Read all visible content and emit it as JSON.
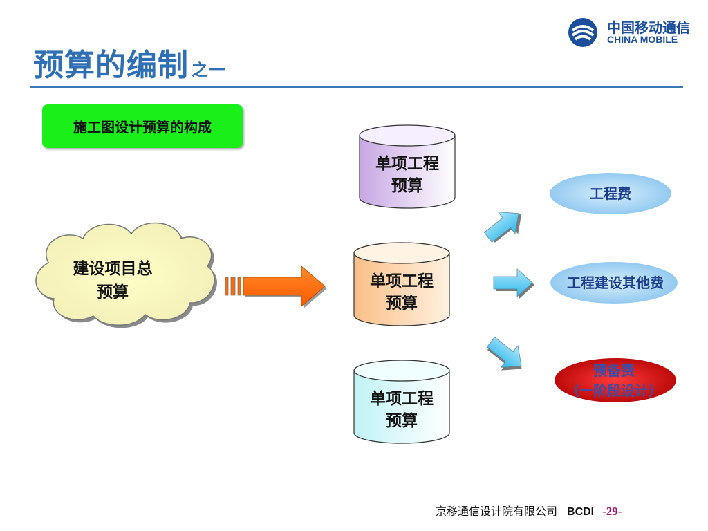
{
  "header": {
    "title": "预算的编制",
    "subtitle": "之一",
    "logo_cn": "中国移动通信",
    "logo_en": "CHINA MOBILE"
  },
  "label_box": "施工图设计预算的构成",
  "source_cloud": {
    "line1": "建设项目总",
    "line2": "预算"
  },
  "cylinders": [
    {
      "line1": "单项工程",
      "line2": "预算",
      "color": "#cdb4e6"
    },
    {
      "line1": "单项工程",
      "line2": "预算",
      "color": "#fbc89a"
    },
    {
      "line1": "单项工程",
      "line2": "预算",
      "color": "#c6f5f7"
    }
  ],
  "outputs": [
    {
      "line1": "工程费",
      "line2": "",
      "color": "#8fc9f2",
      "text_color": "#1b3e8a"
    },
    {
      "line1": "工程建设其他费",
      "line2": "",
      "color": "#8fc9f2",
      "text_color": "#1b3e8a"
    },
    {
      "line1": "预备费",
      "line2": "（一阶段设计）",
      "color": "#e01010",
      "text_color": "#3a4ea8"
    }
  ],
  "colors": {
    "accent": "#2f6fb3",
    "big_arrow": "#ff6a00",
    "small_arrow": "#4fc3ee"
  },
  "footer": {
    "company": "京移通信设计院有限公司",
    "code": "BCDI",
    "page": "-29-"
  }
}
